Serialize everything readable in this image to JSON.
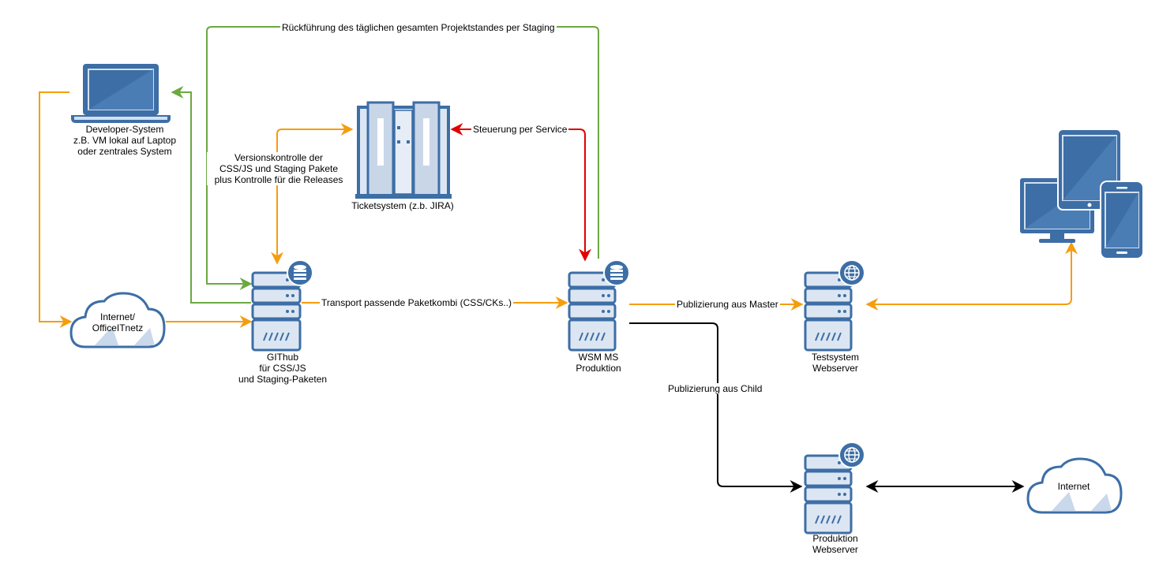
{
  "nodes": {
    "developer": {
      "lines": [
        "Developer-System",
        "z.B. VM lokal auf Laptop",
        "oder zentrales System"
      ]
    },
    "ticketsystem": {
      "label": "Ticketsystem (z.b. JIRA)"
    },
    "internet_office": {
      "lines": [
        "Internet/",
        "OfficeITnetz"
      ]
    },
    "github": {
      "lines": [
        "GIThub",
        "für CSS/JS",
        "und Staging-Paketen"
      ]
    },
    "wsm": {
      "lines": [
        "WSM MS",
        "Produktion"
      ]
    },
    "testsystem": {
      "lines": [
        "Testsystem",
        "Webserver"
      ]
    },
    "produktion": {
      "lines": [
        "Produktion",
        "Webserver"
      ]
    },
    "internet": {
      "label": "Internet"
    }
  },
  "edges": {
    "rueckfuehrung": "Rückführung des täglichen gesamten Projektstandes per Staging",
    "steuerung": "Steuerung per Service",
    "versionskontrolle": [
      "Versionskontrolle der",
      "CSS/JS und Staging Pakete",
      "plus Kontrolle für die Releases"
    ],
    "transport": "Transport passende Paketkombi (CSS/CKs..)",
    "publizierung_master": "Publizierung aus Master",
    "publizierung_child": "Publizierung aus Child"
  },
  "colors": {
    "orange": "#F59D0E",
    "green": "#6BA842",
    "red": "#E00000",
    "black": "#000000",
    "icon_blue": "#3D6EA6",
    "icon_light": "#D3E0EF",
    "icon_fill": "#C8D6E8",
    "cloud_shade": "#C9D8EA"
  }
}
